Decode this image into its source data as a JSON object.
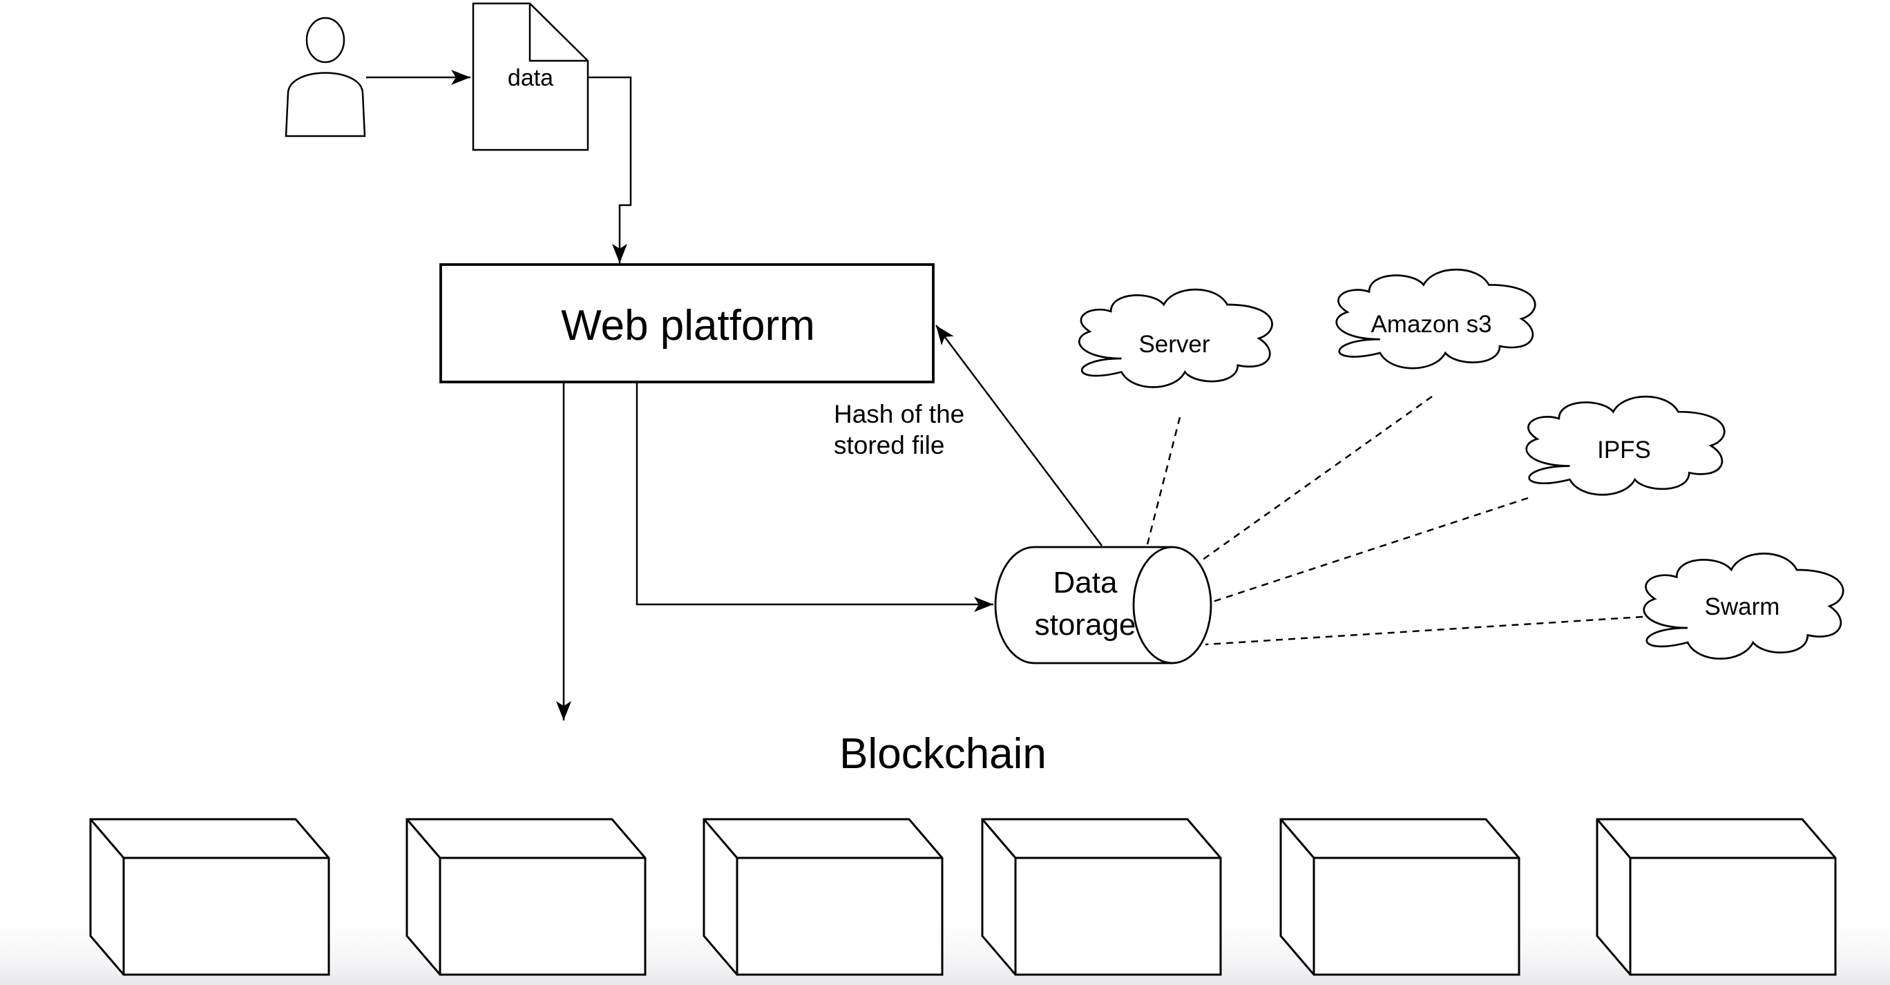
{
  "diagram": {
    "background": "#ffffff",
    "stroke_color": "#000000",
    "shape_fill": "#ffffff",
    "footer_strip_color": "#ededf0",
    "document": {
      "label": "data"
    },
    "web_platform": {
      "label": "Web platform"
    },
    "hash_annotation": {
      "line1": "Hash of the",
      "line2": "stored file"
    },
    "data_storage": {
      "line1": "Data",
      "line2": "storage"
    },
    "clouds": [
      {
        "label": "Server"
      },
      {
        "label": "Amazon s3"
      },
      {
        "label": "IPFS"
      },
      {
        "label": "Swarm"
      }
    ],
    "blockchain": {
      "label": "Blockchain",
      "block_count": 6
    }
  }
}
